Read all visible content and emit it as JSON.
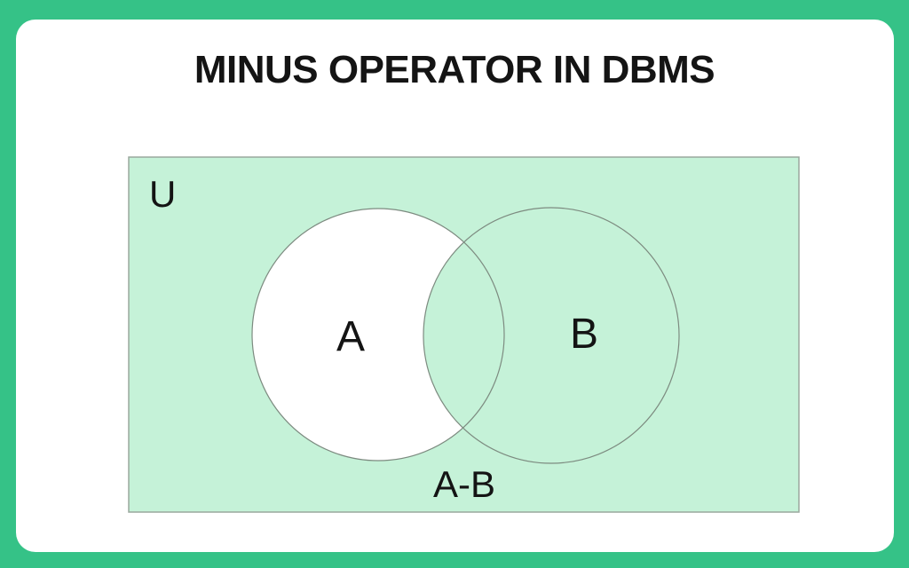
{
  "title": "MINUS OPERATOR IN DBMS",
  "colors": {
    "frame_green": "#35c287",
    "card_white": "#ffffff",
    "universe_green": "#c5f2d8",
    "set_a_white": "#ffffff",
    "circle_outline_gray": "#7d8b80",
    "universe_border_gray": "#9aa89e",
    "text_black": "#141414"
  },
  "diagram": {
    "universe_label": "U",
    "set_a_label": "A",
    "set_b_label": "B",
    "result_label": "A-B"
  }
}
